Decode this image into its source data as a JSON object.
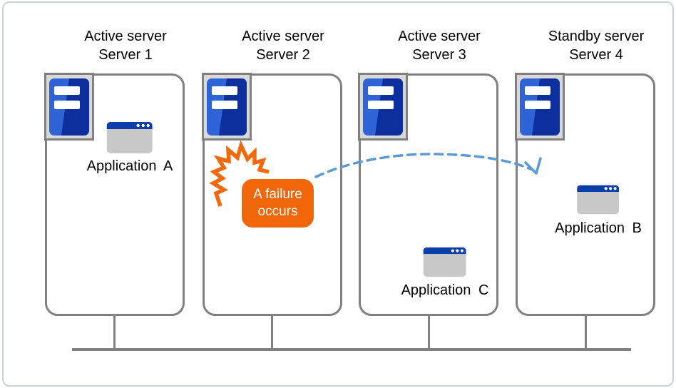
{
  "servers": [
    {
      "role": "Active server",
      "name": "Server 1",
      "app": "Application A"
    },
    {
      "role": "Active server",
      "name": "Server 2",
      "event": "A failure occurs"
    },
    {
      "role": "Active server",
      "name": "Server 3",
      "app": "Application C"
    },
    {
      "role": "Standby server",
      "name": "Server 4",
      "app": "Application B"
    }
  ],
  "icons": {
    "server": "server-tower-icon",
    "application": "application-window-icon",
    "burst": "failure-burst-icon",
    "arrow": "failover-arrow-icon"
  },
  "colors": {
    "server_blue_light": "#2f63d8",
    "server_blue_dark": "#0d2f9e",
    "window_titlebar_blue": "#0b3ea8",
    "window_body_gray": "#c8c8c8",
    "panel_gray": "#d9d9d9",
    "line_gray": "#808080",
    "failure_orange": "#f2660a",
    "arrow_blue": "#5b9bd5"
  }
}
